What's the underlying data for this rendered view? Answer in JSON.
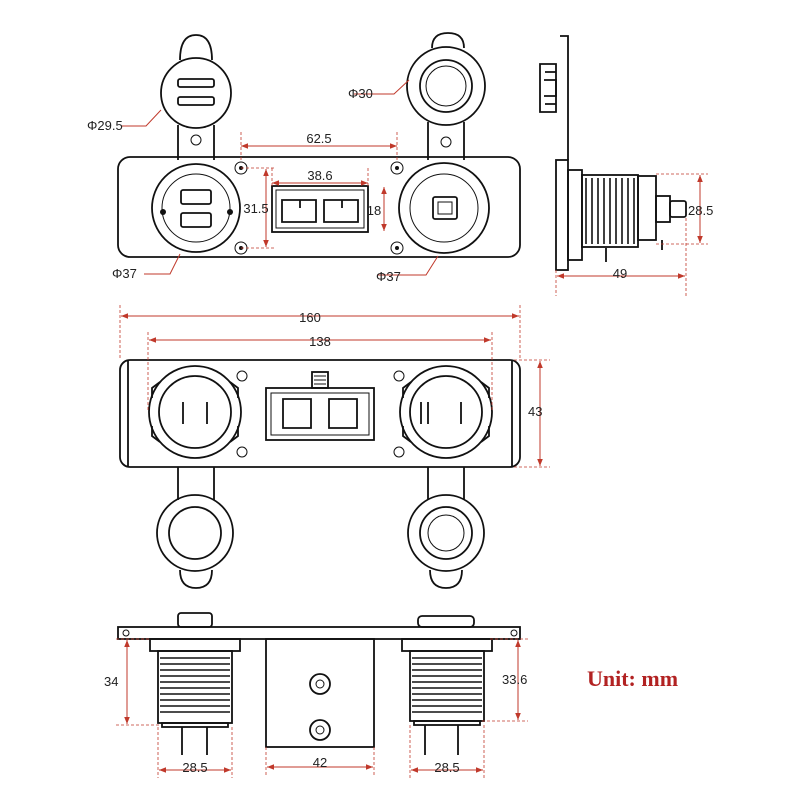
{
  "dimensions": {
    "top_left_cap_diameter": "Φ29.5",
    "top_right_cap_diameter": "Φ30",
    "hole_spacing": "62.5",
    "anderson_width": "38.6",
    "hole_vertical": "31.5",
    "anderson_height": "18",
    "left_socket_diameter": "Φ37",
    "right_socket_diameter": "Φ37",
    "side_height": "28.5",
    "side_depth": "49",
    "panel_width": "160",
    "socket_spacing": "138",
    "panel_height": "43",
    "left_depth": "34",
    "right_depth": "33.6",
    "left_base_width": "28.5",
    "center_width": "42",
    "right_base_width": "28.5"
  },
  "unit_label": "Unit: mm",
  "colors": {
    "dimension": "#c0392b",
    "unit": "#b22222",
    "outline": "#111111"
  }
}
